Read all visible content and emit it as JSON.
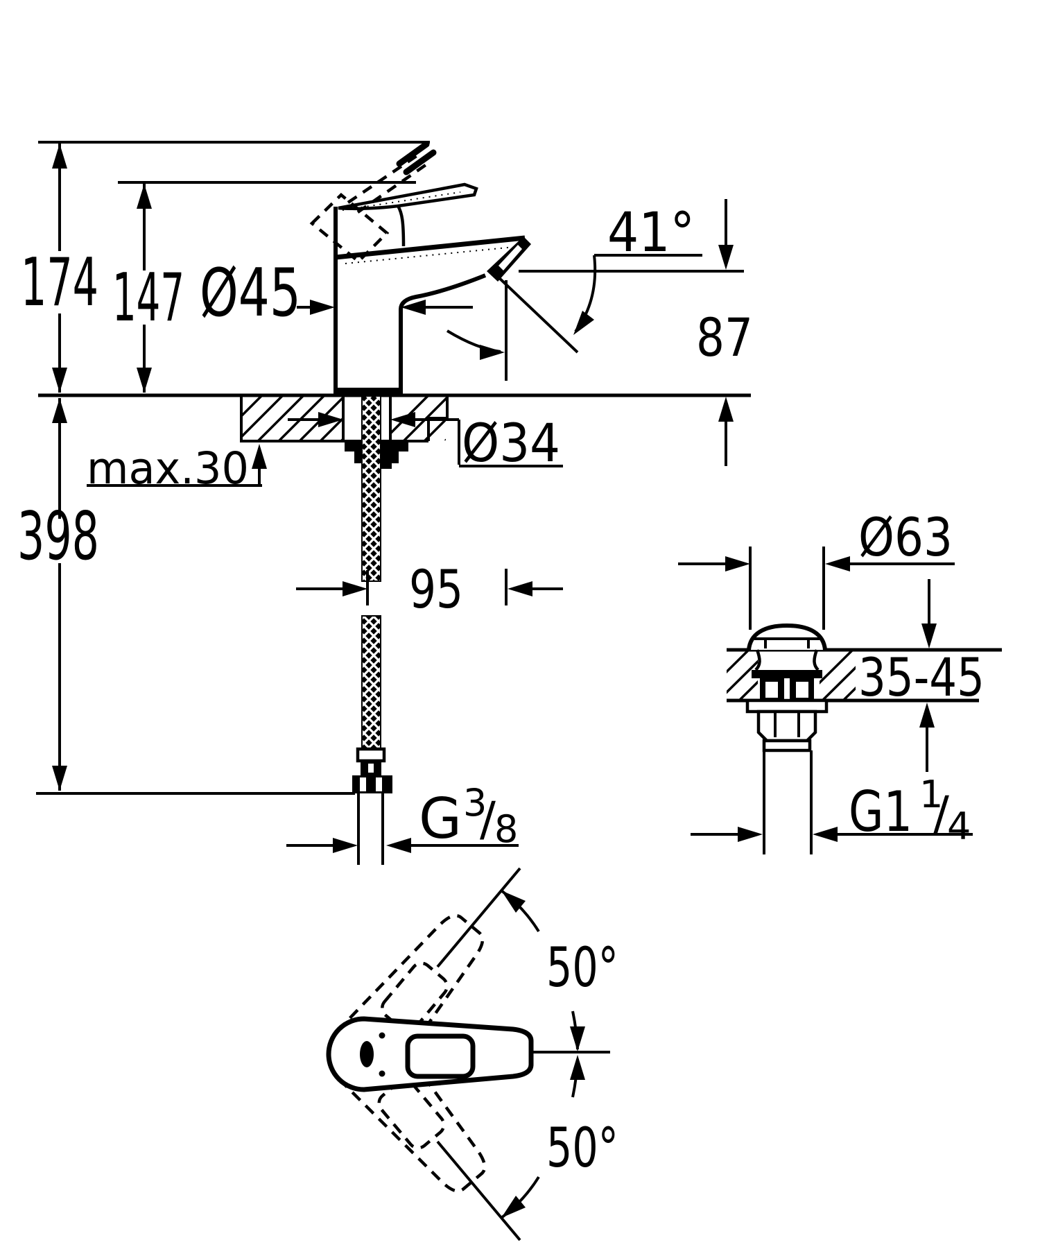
{
  "drawing": {
    "background": "#ffffff",
    "line_color": "#000000",
    "type": "faucet installation dimension drawing"
  },
  "front_view": {
    "dim_total_height": "174",
    "dim_handle_height": "147",
    "dim_body_diameter": "Ø45",
    "dim_spout_angle": "41°",
    "dim_spout_height": "87",
    "dim_hole_diameter": "Ø34",
    "dim_deck_thickness": "max.30",
    "dim_hose_length": "398",
    "dim_spout_reach": "95",
    "dim_hose_thread": {
      "base": "G",
      "sup": "3",
      "slash": "/",
      "sub": "8"
    }
  },
  "waste_view": {
    "dim_flange_diameter": "Ø63",
    "dim_deck_range": "35-45",
    "dim_waste_thread": {
      "base": "G1",
      "sup": "1",
      "slash": "/",
      "sub": "4"
    }
  },
  "top_view": {
    "dim_swivel_upper": "50°",
    "dim_swivel_lower": "50°"
  }
}
